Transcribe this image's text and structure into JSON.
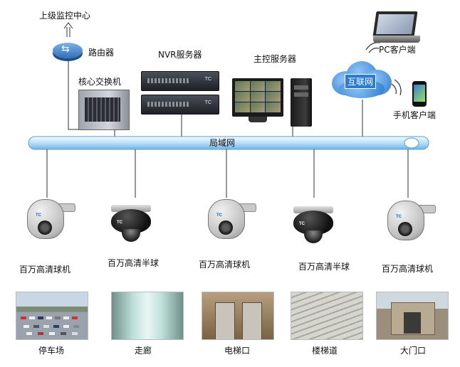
{
  "labels": {
    "superior_center": "上级监控中心",
    "router": "路由器",
    "core_switch": "核心交换机",
    "nvr_server": "NVR服务器",
    "main_server": "主控服务器",
    "internet": "互联网",
    "pc_client": "PC客户端",
    "mobile_client": "手机客户端",
    "lan": "局域网"
  },
  "cameras": [
    {
      "label": "百万高清球机",
      "kind": "ptz"
    },
    {
      "label": "百万高清半球",
      "kind": "dome"
    },
    {
      "label": "百万高清球机",
      "kind": "ptz"
    },
    {
      "label": "百万高清半球",
      "kind": "dome"
    },
    {
      "label": "百万高清球机",
      "kind": "ptz"
    }
  ],
  "locations": [
    {
      "label": "停车场",
      "scene": "parking"
    },
    {
      "label": "走廊",
      "scene": "corridor"
    },
    {
      "label": "电梯口",
      "scene": "elevator"
    },
    {
      "label": "楼梯道",
      "scene": "stairs"
    },
    {
      "label": "大门口",
      "scene": "gate"
    }
  ],
  "brand_badge": "TC",
  "colors": {
    "lan_bar_start": "#dbeefe",
    "lan_bar_end": "#9dd0f6",
    "cloud": "#2d7cd0",
    "wire": "#333333"
  }
}
